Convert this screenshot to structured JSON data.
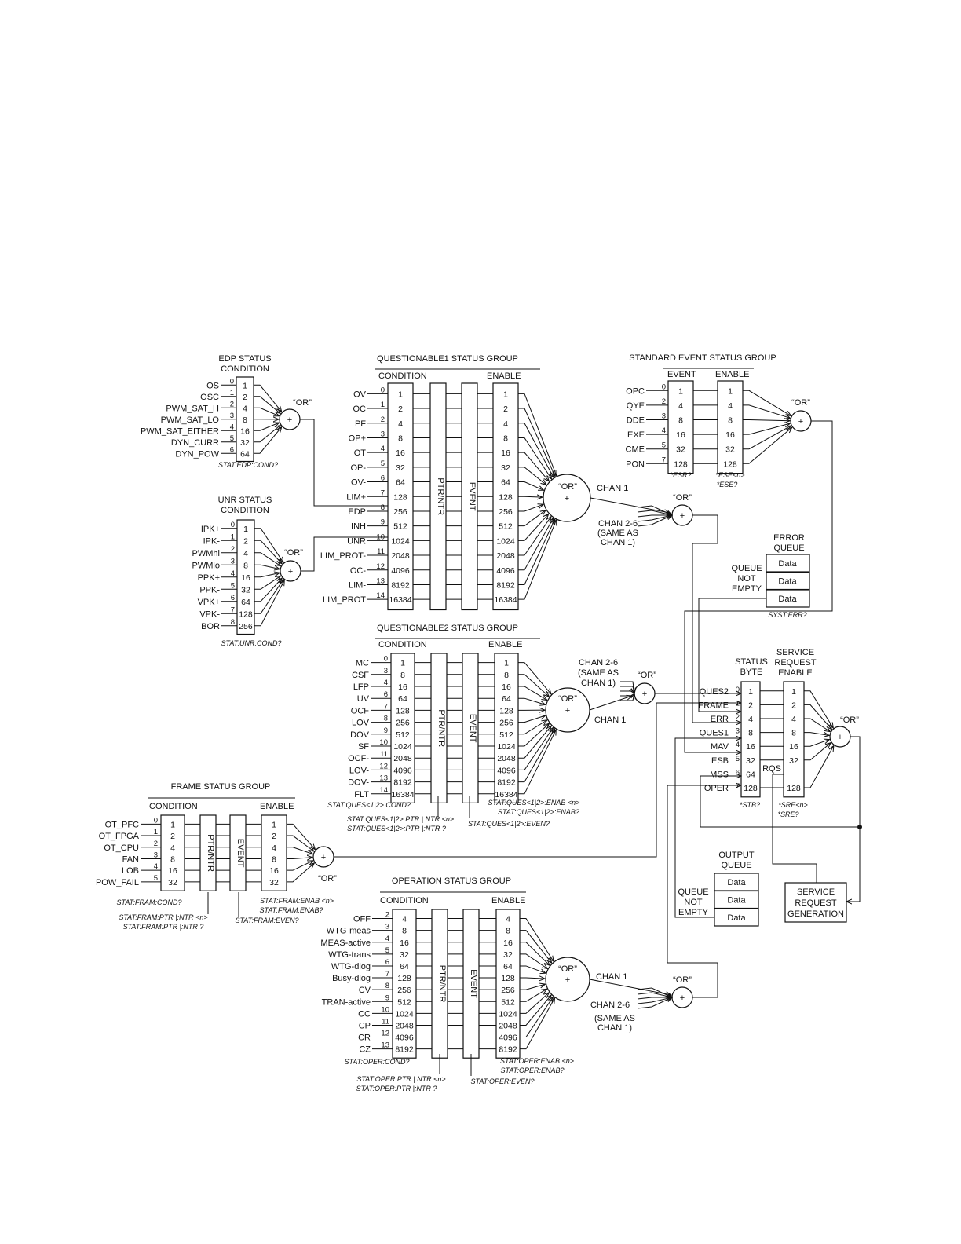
{
  "edp": {
    "title1": "EDP STATUS",
    "title2": "CONDITION",
    "names": [
      "OS",
      "OSC",
      "PWM_SAT_H",
      "PWM_SAT_LO",
      "PWM_SAT_EITHER",
      "DYN_CURR",
      "DYN_POW"
    ],
    "bits": [
      "0",
      "1",
      "2",
      "3",
      "4",
      "5",
      "6"
    ],
    "values": [
      "1",
      "2",
      "4",
      "8",
      "16",
      "32",
      "64"
    ],
    "cmd": "STAT:EDP:COND?"
  },
  "unr": {
    "title1": "UNR STATUS",
    "title2": "CONDITION",
    "names": [
      "IPK+",
      "IPK-",
      "PWMhi",
      "PWMlo",
      "PPK+",
      "PPK-",
      "VPK+",
      "VPK-",
      "BOR"
    ],
    "bits": [
      "0",
      "1",
      "2",
      "3",
      "4",
      "5",
      "6",
      "7",
      "8"
    ],
    "values": [
      "1",
      "2",
      "4",
      "8",
      "16",
      "32",
      "64",
      "128",
      "256"
    ],
    "cmd": "STAT:UNR:COND?"
  },
  "q1": {
    "title": "QUESTIONABLE1  STATUS GROUP",
    "condition": "CONDITION",
    "enable": "ENABLE",
    "names": [
      "OV",
      "OC",
      "PF",
      "OP+",
      "OT",
      "OP-",
      "OV-",
      "LIM+",
      "EDP",
      "INH",
      "UNR",
      "LIM_PROT-",
      "OC-",
      "LIM-",
      "LIM_PROT"
    ],
    "bits": [
      "0",
      "1",
      "2",
      "3",
      "4",
      "5",
      "6",
      "7",
      "8",
      "9",
      "10",
      "11",
      "12",
      "13",
      "14"
    ],
    "values": [
      "1",
      "2",
      "4",
      "8",
      "16",
      "32",
      "64",
      "128",
      "256",
      "512",
      "1024",
      "2048",
      "4096",
      "8192",
      "16384"
    ],
    "chan1": "CHAN 1",
    "chan26a": "CHAN 2-6",
    "chan26b": "(SAME AS",
    "chan26c": "CHAN 1)"
  },
  "q2": {
    "title": "QUESTIONABLE2  STATUS GROUP",
    "condition": "CONDITION",
    "enable": "ENABLE",
    "names": [
      "MC",
      "CSF",
      "LFP",
      "UV",
      "OCF",
      "LOV",
      "DOV",
      "SF",
      "OCF-",
      "LOV-",
      "DOV-",
      "FLT"
    ],
    "bits": [
      "0",
      "3",
      "4",
      "6",
      "7",
      "8",
      "9",
      "10",
      "11",
      "12",
      "13",
      "14"
    ],
    "values": [
      "1",
      "8",
      "16",
      "64",
      "128",
      "256",
      "512",
      "1024",
      "2048",
      "4096",
      "8192",
      "16384"
    ],
    "chan1": "CHAN 1",
    "chan26a": "CHAN 2-6",
    "chan26b": "(SAME AS",
    "chan26c": "CHAN 1)",
    "cmd_cond": "STAT:QUES<1|2>:COND?",
    "cmd_ptr1": "STAT:QUES<1|2>:PTR |:NTR <n>",
    "cmd_ptr2": "STAT:QUES<1|2>:PTR |:NTR ?",
    "cmd_even": "STAT:QUES<1|2>:EVEN?",
    "cmd_enab1": "STAT:QUES<1|2>:ENAB <n>",
    "cmd_enab2": "STAT:QUES<1|2>:ENAB?"
  },
  "frame": {
    "title": "FRAME STATUS  GROUP",
    "condition": "CONDITION",
    "enable": "ENABLE",
    "names": [
      "OT_PFC",
      "OT_FPGA",
      "OT_CPU",
      "FAN",
      "LOB",
      "POW_FAIL"
    ],
    "bits": [
      "0",
      "1",
      "2",
      "3",
      "4",
      "5"
    ],
    "values": [
      "1",
      "2",
      "4",
      "8",
      "16",
      "32"
    ],
    "cmd_cond": "STAT:FRAM:COND?",
    "cmd_ptr1": "STAT:FRAM:PTR |:NTR <n>",
    "cmd_ptr2": "STAT:FRAM:PTR |:NTR ?",
    "cmd_even": "STAT:FRAM:EVEN?",
    "cmd_enab1": "STAT:FRAM:ENAB <n>",
    "cmd_enab2": "STAT:FRAM:ENAB?"
  },
  "oper": {
    "title": "OPERATION  STATUS GROUP",
    "condition": "CONDITION",
    "enable": "ENABLE",
    "names": [
      "OFF",
      "WTG-meas",
      "MEAS-active",
      "WTG-trans",
      "WTG-dlog",
      "Busy-dlog",
      "CV",
      "TRAN-active",
      "CC",
      "CP",
      "CR",
      "CZ"
    ],
    "bits": [
      "2",
      "3",
      "4",
      "5",
      "6",
      "7",
      "8",
      "9",
      "10",
      "11",
      "12",
      "13"
    ],
    "values": [
      "4",
      "8",
      "16",
      "32",
      "64",
      "128",
      "256",
      "512",
      "1024",
      "2048",
      "4096",
      "8192"
    ],
    "chan1": "CHAN 1",
    "chan26a": "CHAN 2-6",
    "chan26b": "(SAME AS",
    "chan26c": "CHAN 1)",
    "cmd_cond": "STAT:OPER:COND?",
    "cmd_ptr1": "STAT:OPER:PTR |:NTR <n>",
    "cmd_ptr2": "STAT:OPER:PTR |:NTR ?",
    "cmd_even": "STAT:OPER:EVEN?",
    "cmd_enab1": "STAT:OPER:ENAB <n>",
    "cmd_enab2": "STAT:OPER:ENAB?"
  },
  "std": {
    "title": "STANDARD EVENT STATUS GROUP",
    "event": "EVENT",
    "enable": "ENABLE",
    "names": [
      "OPC",
      "QYE",
      "DDE",
      "EXE",
      "CME",
      "PON"
    ],
    "bits": [
      "0",
      "2",
      "3",
      "4",
      "5",
      "7"
    ],
    "values": [
      "1",
      "4",
      "8",
      "16",
      "32",
      "128"
    ],
    "cmd_esr": "*ESR?",
    "cmd_ese1": "*ESE<n>",
    "cmd_ese2": "*ESE?"
  },
  "errq": {
    "title1": "ERROR",
    "title2": "QUEUE",
    "data": [
      "Data",
      "Data",
      "Data"
    ],
    "qne1": "QUEUE",
    "qne2": "NOT",
    "qne3": "EMPTY",
    "cmd": "SYST:ERR?"
  },
  "sb": {
    "title1": "STATUS",
    "title2": "BYTE",
    "names": [
      "QUES2",
      "FRAME",
      "ERR",
      "QUES1",
      "MAV",
      "ESB",
      "MSS",
      "OPER"
    ],
    "bits": [
      "0",
      "1",
      "2",
      "3",
      "4",
      "5",
      "6",
      "7"
    ],
    "values": [
      "1",
      "2",
      "4",
      "8",
      "16",
      "32",
      "64",
      "128"
    ],
    "rqs": "RQS",
    "cmd_stb": "*STB?"
  },
  "sre": {
    "title1": "SERVICE",
    "title2": "REQUEST",
    "title3": "ENABLE",
    "values": [
      "1",
      "2",
      "4",
      "8",
      "16",
      "32",
      "",
      "128"
    ],
    "cmd1": "*SRE<n>",
    "cmd2": "*SRE?"
  },
  "outq": {
    "title1": "OUTPUT",
    "title2": "QUEUE",
    "data": [
      "Data",
      "Data",
      "Data"
    ],
    "qne1": "QUEUE",
    "qne2": "NOT",
    "qne3": "EMPTY"
  },
  "srg": {
    "line1": "SERVICE",
    "line2": "REQUEST",
    "line3": "GENERATION"
  },
  "common": {
    "or": "“OR”",
    "plus": "+",
    "ptr": "PTR/NTR",
    "event": "EVENT"
  }
}
